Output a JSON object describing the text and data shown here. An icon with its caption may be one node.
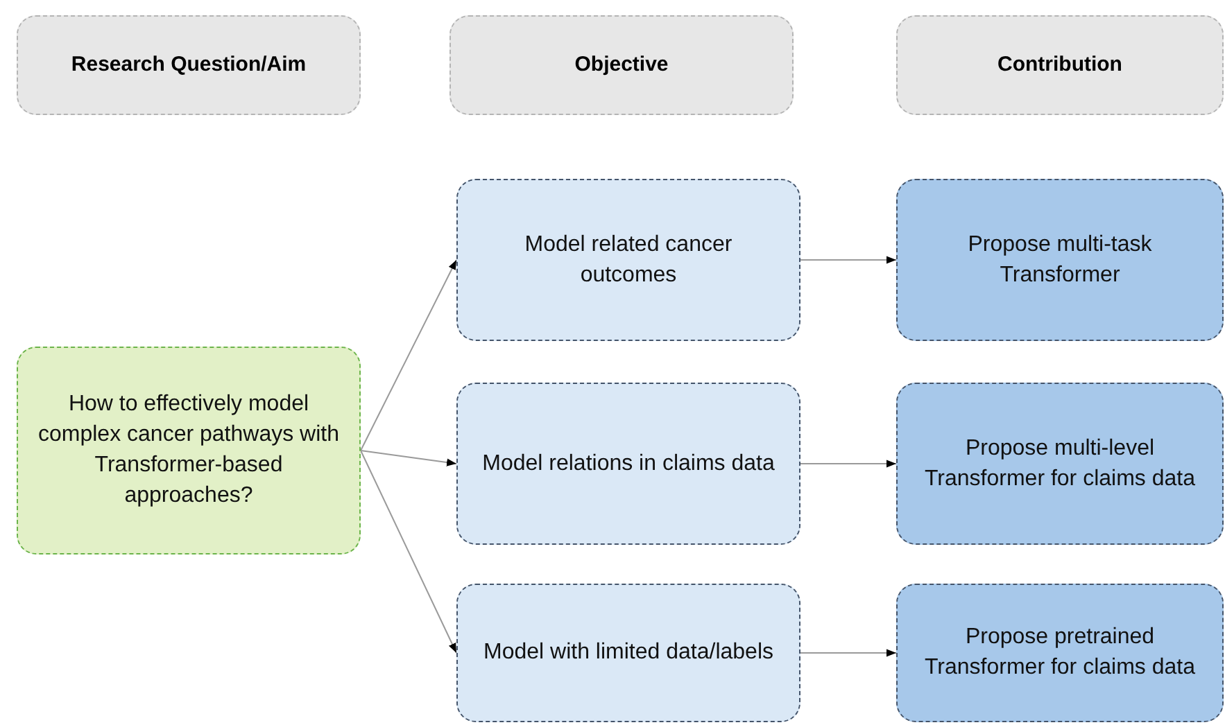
{
  "diagram": {
    "nodes": [
      {
        "text": [
          "Research Question/Aim"
        ]
      },
      {
        "text": [
          "Objective"
        ]
      },
      {
        "text": [
          "Contribution"
        ]
      },
      {
        "text": [
          "How to effectively model complex cancer pathways with Transformer-based approaches?"
        ]
      },
      {
        "text": [
          "Model related cancer outcomes"
        ]
      },
      {
        "text": [
          "Model relations in claims data"
        ]
      },
      {
        "text": [
          "Model with limited data/labels"
        ]
      },
      {
        "text": [
          "Propose multi-task Transformer"
        ]
      },
      {
        "text": [
          "Propose multi-level Transformer for claims data"
        ]
      },
      {
        "text": [
          "Propose pretrained Transformer for claims data"
        ]
      }
    ],
    "edges": [
      {
        "from": 3,
        "to": 4,
        "arrow": "to"
      },
      {
        "from": 3,
        "to": 5,
        "arrow": "to"
      },
      {
        "from": 3,
        "to": 6,
        "arrow": "to"
      },
      {
        "from": 4,
        "to": 7,
        "arrow": "to"
      },
      {
        "from": 5,
        "to": 8,
        "arrow": "to"
      },
      {
        "from": 6,
        "to": 9,
        "arrow": "to"
      }
    ]
  }
}
